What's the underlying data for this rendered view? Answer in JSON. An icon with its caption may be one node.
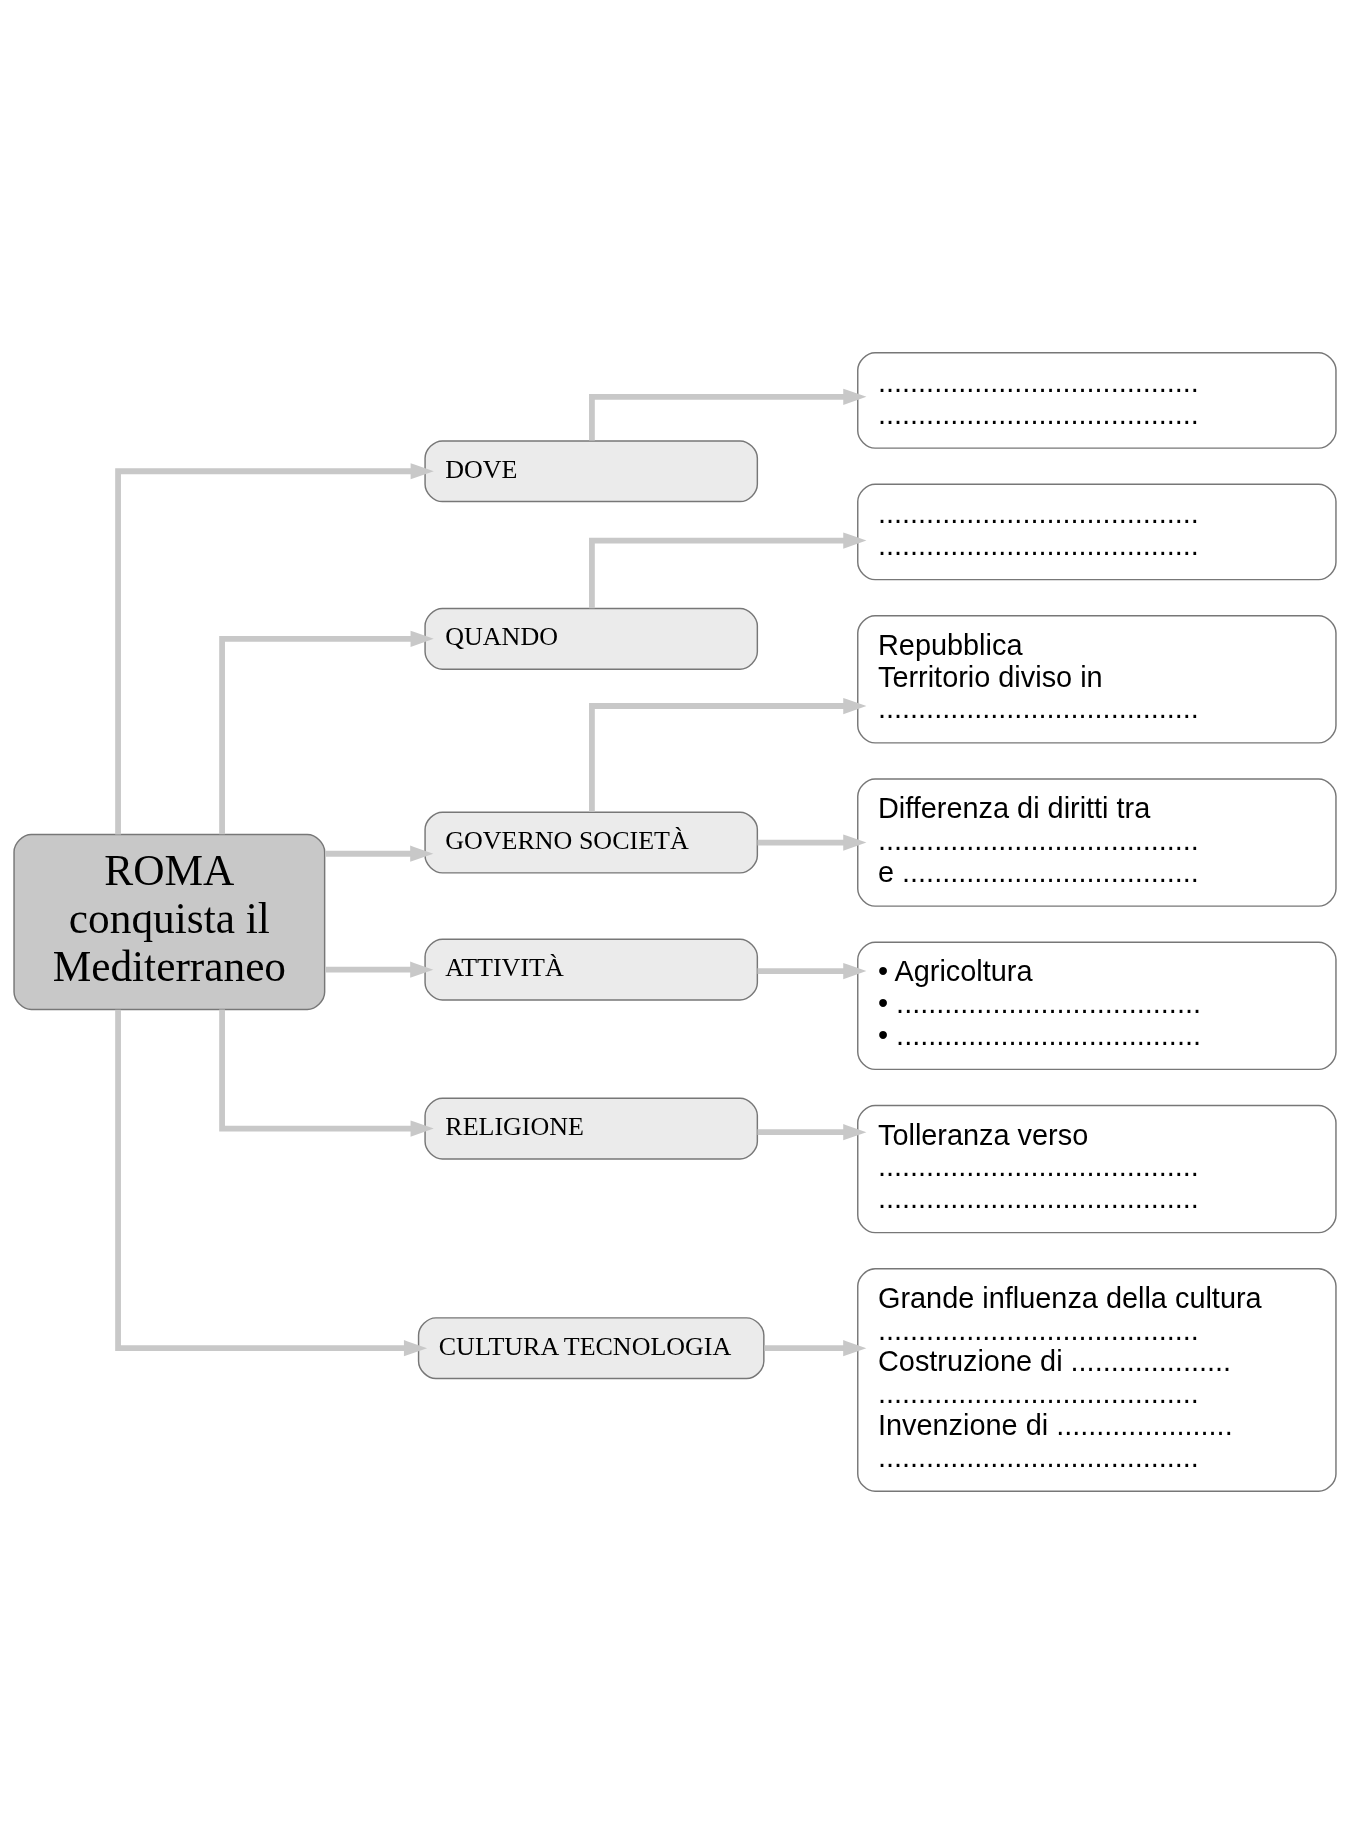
{
  "diagram": {
    "nodes": [
      {
        "text": [
          "ROMA conquista il Mediterraneo"
        ]
      },
      {
        "text": [
          "DOVE"
        ]
      },
      {
        "text": [
          "........................................",
          "........................................"
        ]
      },
      {
        "text": [
          "QUANDO"
        ]
      },
      {
        "text": [
          "........................................",
          "........................................"
        ]
      },
      {
        "text": [
          "GOVERNO SOCIETÀ"
        ]
      },
      {
        "text": [
          "Repubblica",
          "Territorio diviso in",
          "........................................"
        ]
      },
      {
        "text": [
          "Differenza di diritti tra",
          "........................................",
          "e ....................................."
        ]
      },
      {
        "text": [
          "ATTIVITÀ"
        ]
      },
      {
        "text": [
          "• Agricoltura",
          "• ......................................",
          "• ......................................"
        ]
      },
      {
        "text": [
          "RELIGIONE"
        ]
      },
      {
        "text": [
          "Tolleranza verso",
          "........................................",
          "........................................"
        ]
      },
      {
        "text": [
          "CULTURA TECNOLOGIA"
        ]
      },
      {
        "text": [
          "Grande influenza della cultura",
          "........................................",
          "Costruzione di ....................",
          "........................................",
          "Invenzione di ......................",
          "........................................"
        ]
      }
    ],
    "edges": [
      {
        "from": 0,
        "to": 1,
        "arrow": "to"
      },
      {
        "from": 1,
        "to": 2,
        "arrow": "to"
      },
      {
        "from": 0,
        "to": 3,
        "arrow": "to"
      },
      {
        "from": 3,
        "to": 4,
        "arrow": "to"
      },
      {
        "from": 0,
        "to": 5,
        "arrow": "to"
      },
      {
        "from": 5,
        "to": 6,
        "arrow": "to"
      },
      {
        "from": 5,
        "to": 7,
        "arrow": "to"
      },
      {
        "from": 0,
        "to": 8,
        "arrow": "to"
      },
      {
        "from": 8,
        "to": 9,
        "arrow": "to"
      },
      {
        "from": 0,
        "to": 10,
        "arrow": "to"
      },
      {
        "from": 10,
        "to": 11,
        "arrow": "to"
      },
      {
        "from": 0,
        "to": 12,
        "arrow": "to"
      },
      {
        "from": 12,
        "to": 13,
        "arrow": "to"
      }
    ]
  }
}
